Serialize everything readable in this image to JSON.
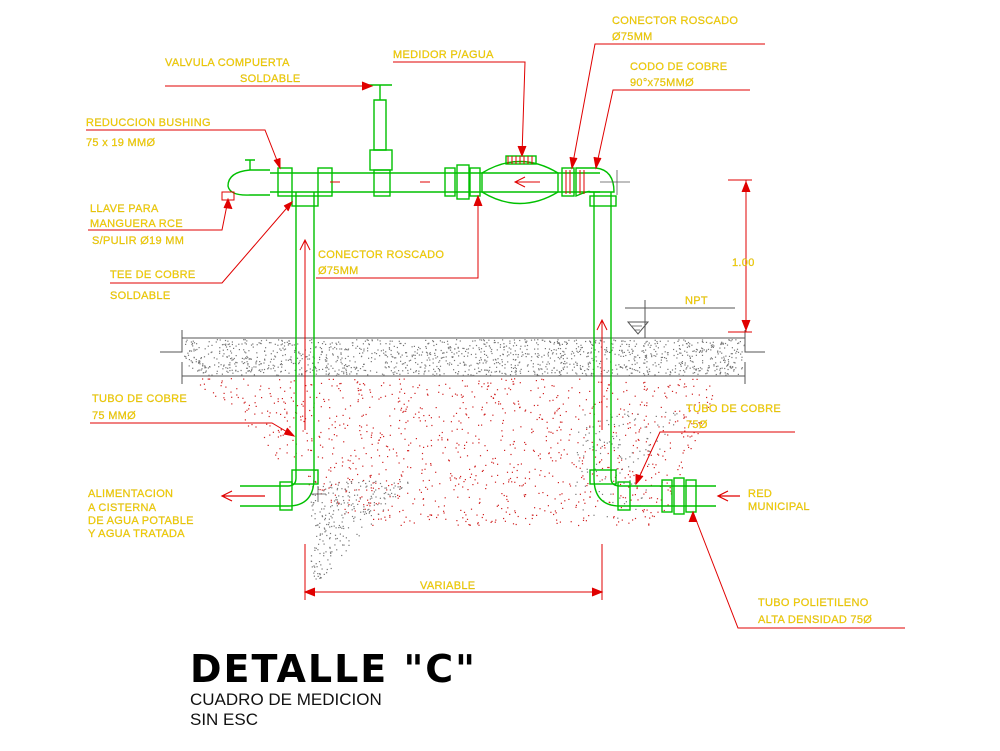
{
  "labels": {
    "valvula_l1": "VALVULA COMPUERTA",
    "valvula_l2": "SOLDABLE",
    "medidor": "MEDIDOR P/AGUA",
    "conector_top_l1": "CONECTOR ROSCADO",
    "conector_top_l2": "Ø75MM",
    "codo_l1": "CODO DE COBRE",
    "codo_l2": "90°x75MMØ",
    "reduccion_l1": "REDUCCION BUSHING",
    "reduccion_l2": "75 x 19 MMØ",
    "llave_l1": "LLAVE PARA",
    "llave_l2": "MANGUERA RCE",
    "llave_l3": "S/PULIR Ø19 MM",
    "tee_l1": "TEE DE COBRE",
    "tee_l2": "SOLDABLE",
    "conector_mid_l1": "CONECTOR ROSCADO",
    "conector_mid_l2": "Ø75MM",
    "dim_height": "1.00",
    "npt": "NPT",
    "tubo_left_l1": "TUBO DE COBRE",
    "tubo_left_l2": "75 MMØ",
    "tubo_right_l1": "TUBO DE COBRE",
    "tubo_right_l2": "75Ø",
    "alimentacion_l1": "ALIMENTACION",
    "alimentacion_l2": "A CISTERNA",
    "alimentacion_l3": "DE AGUA POTABLE",
    "alimentacion_l4": "Y AGUA TRATADA",
    "red_l1": "RED",
    "red_l2": "MUNICIPAL",
    "variable": "VARIABLE",
    "polietileno_l1": "TUBO  POLIETILENO",
    "polietileno_l2": "ALTA  DENSIDAD  75Ø"
  },
  "title": "DETALLE \"C\"",
  "subtitle_l1": "CUADRO DE MEDICION",
  "subtitle_l2": "SIN ESC",
  "colors": {
    "pipe": "#00c000",
    "leader": "#e00000",
    "text": "#ffd800",
    "concrete": "#777777",
    "soil": "#d02020"
  }
}
